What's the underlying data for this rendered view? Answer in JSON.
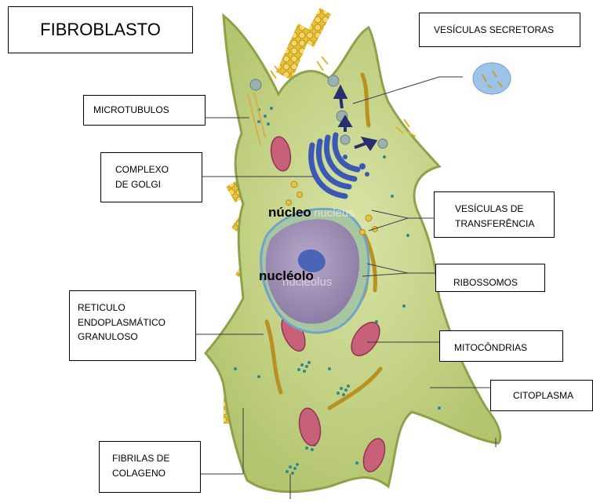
{
  "title": "FIBROBLASTO",
  "labels": {
    "microtubulos": "MICROTUBULOS",
    "vesiculas_secretoras": "VESÍCULAS SECRETORAS",
    "golgi_line1": "COMPLEXO",
    "golgi_line2": "DE GOLGI",
    "transferencia_line1": "VESÍCULAS DE",
    "transferencia_line2": "TRANSFERÊNCIA",
    "ribossomos": "RIBOSSOMOS",
    "reticulo_line1": "RETICULO",
    "reticulo_line2": "ENDOPLASMÁTICO",
    "reticulo_line3": "GRANULOSO",
    "mitocondrias": "MITOCÔNDRIAS",
    "citoplasma": "CITOPLASMA",
    "fibrilas_line1": "FIBRILAS DE",
    "fibrilas_line2": "COLAGENO"
  },
  "cell_labels": {
    "nucleo": "núcleo",
    "nucleolo": "nucléolo",
    "nucleus_faint": "nucleus",
    "nucleolus_faint": "nucleolus"
  },
  "colors": {
    "cytoplasm": "#c6d58a",
    "cytoplasm_edge": "#8da24a",
    "nucleus": "#a594b9",
    "golgi": "#3c58b5",
    "collagen": "#e0b72a",
    "mitochondria": "#c9607a",
    "vesicle_blue": "#9ec3e8"
  }
}
